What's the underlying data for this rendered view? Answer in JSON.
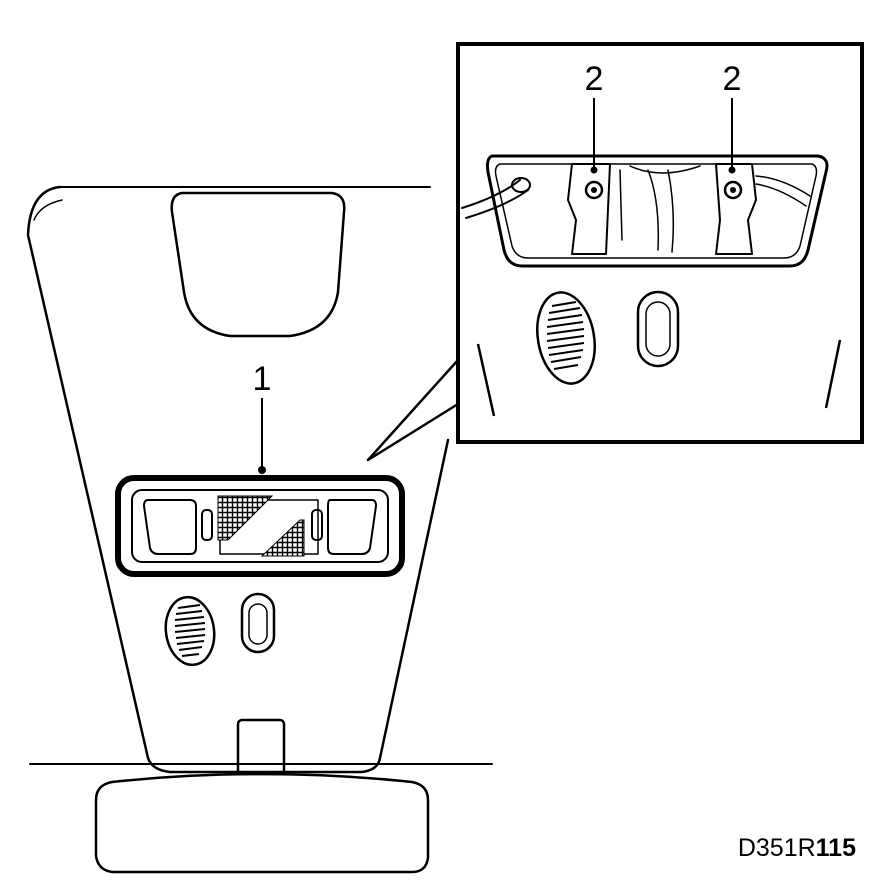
{
  "labels": {
    "main_callout": "1",
    "screw_left": "2",
    "screw_right": "2"
  },
  "reference": {
    "prefix": "D351R",
    "suffix": "115"
  }
}
